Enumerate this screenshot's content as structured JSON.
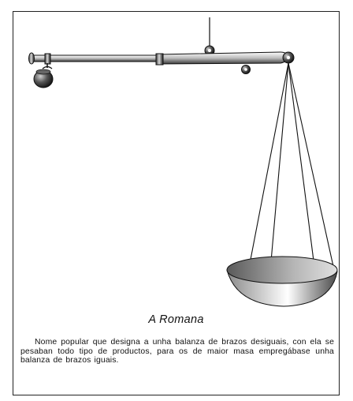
{
  "figure": {
    "title": "A Romana",
    "description": "Nome popular que designa a unha balanza de brazos desiguais, con ela se pesaban todo tipo de productos, para os de maior masa empregábase unha balanza de brazos iguais."
  },
  "illustration": {
    "subject": "steelyard-balance",
    "colors": {
      "metal_dark": "#2a2a2a",
      "metal_light": "#f4f4f4",
      "pan_inner": "#9a9a9a",
      "outline": "#111111"
    }
  }
}
